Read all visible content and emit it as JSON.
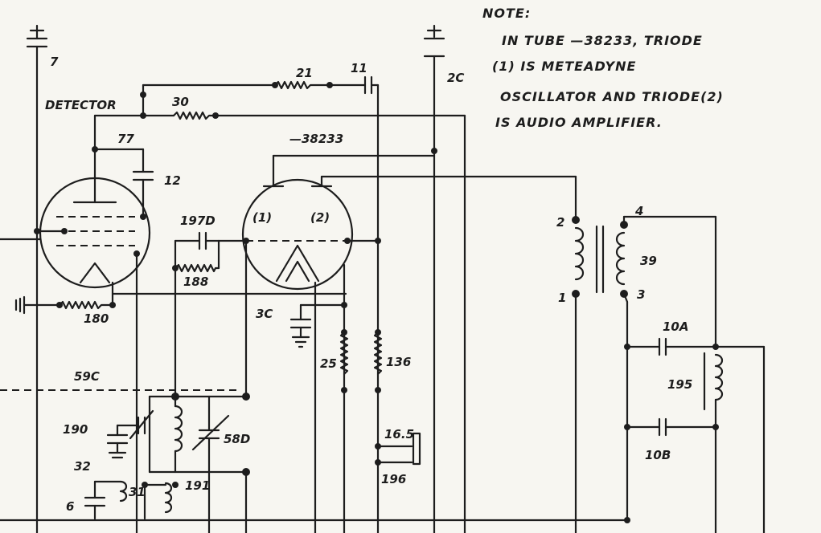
{
  "note": {
    "heading": "NOTE:",
    "lines": [
      "IN TUBE —38233, TRIODE",
      "(1) IS METEADYNE",
      "OSCILLATOR AND TRIODE(2)",
      "IS AUDIO AMPLIFIER."
    ]
  },
  "labels": {
    "detector": "DETECTOR",
    "tube_77": "77",
    "tube_38233": "—38233",
    "triode1": "(1)",
    "triode2": "(2)",
    "c7": "7",
    "c2c": "2C",
    "r21": "21",
    "c11": "11",
    "r30": "30",
    "c12": "12",
    "c197d": "197D",
    "r188": "188",
    "r180": "180",
    "c3c": "3C",
    "r25": "25",
    "r136": "136",
    "c59c": "59C",
    "c190": "190",
    "coil191": "191",
    "c58d": "58D",
    "sw16_5": "16.5",
    "sw196": "196",
    "c32": "32",
    "c6": "6",
    "c31": "31",
    "t2": "2",
    "t4": "4",
    "t1": "1",
    "t3": "3",
    "t39": "39",
    "c10a": "10A",
    "r195": "195",
    "c10b": "10B"
  }
}
